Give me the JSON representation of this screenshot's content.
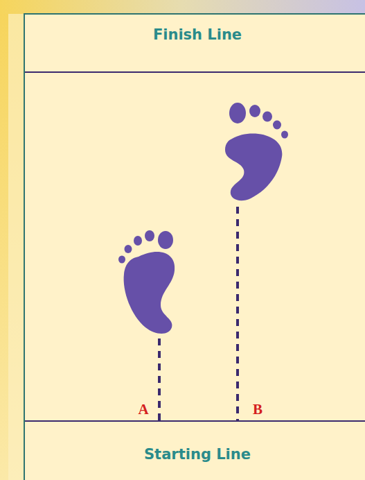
{
  "diagram": {
    "labels": [
      "Finish Line",
      "A",
      "B",
      "Starting Line"
    ]
  }
}
